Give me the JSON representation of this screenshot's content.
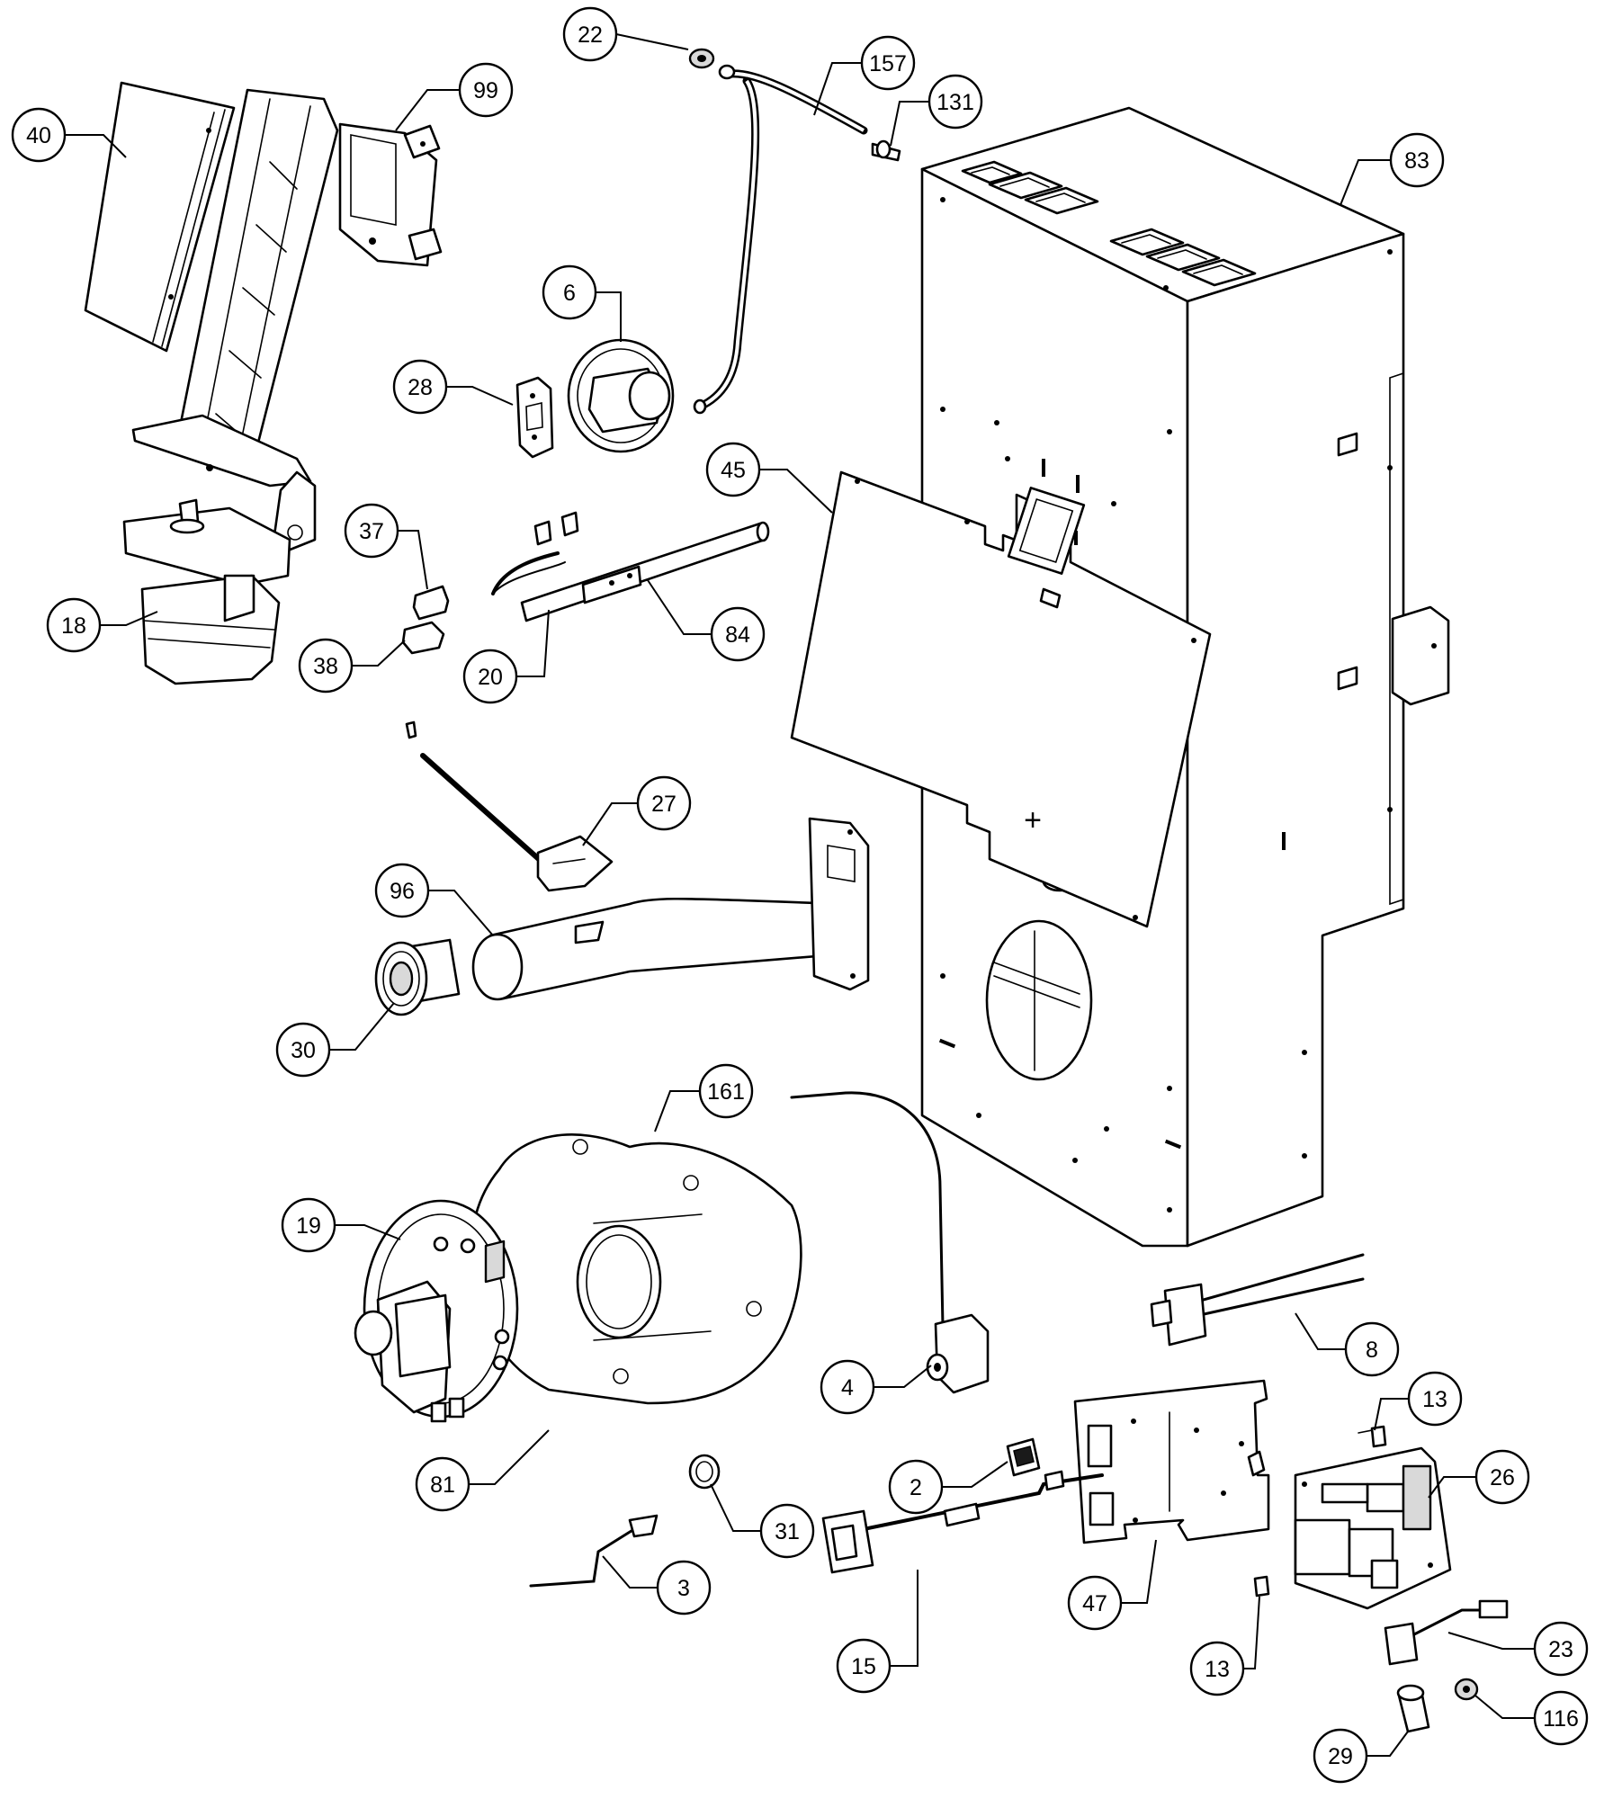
{
  "callouts": [
    {
      "id": "c22",
      "label": "22"
    },
    {
      "id": "c157",
      "label": "157"
    },
    {
      "id": "c131",
      "label": "131"
    },
    {
      "id": "c99",
      "label": "99"
    },
    {
      "id": "c40",
      "label": "40"
    },
    {
      "id": "c83",
      "label": "83"
    },
    {
      "id": "c6",
      "label": "6"
    },
    {
      "id": "c28",
      "label": "28"
    },
    {
      "id": "c45",
      "label": "45"
    },
    {
      "id": "c37",
      "label": "37"
    },
    {
      "id": "c18",
      "label": "18"
    },
    {
      "id": "c38",
      "label": "38"
    },
    {
      "id": "c20",
      "label": "20"
    },
    {
      "id": "c84",
      "label": "84"
    },
    {
      "id": "c27",
      "label": "27"
    },
    {
      "id": "c96",
      "label": "96"
    },
    {
      "id": "c30",
      "label": "30"
    },
    {
      "id": "c161",
      "label": "161"
    },
    {
      "id": "c19",
      "label": "19"
    },
    {
      "id": "c8",
      "label": "8"
    },
    {
      "id": "c4",
      "label": "4"
    },
    {
      "id": "c13a",
      "label": "13"
    },
    {
      "id": "c26",
      "label": "26"
    },
    {
      "id": "c2",
      "label": "2"
    },
    {
      "id": "c81",
      "label": "81"
    },
    {
      "id": "c31",
      "label": "31"
    },
    {
      "id": "c47",
      "label": "47"
    },
    {
      "id": "c3",
      "label": "3"
    },
    {
      "id": "c15",
      "label": "15"
    },
    {
      "id": "c13b",
      "label": "13"
    },
    {
      "id": "c23",
      "label": "23"
    },
    {
      "id": "c116",
      "label": "116"
    },
    {
      "id": "c29",
      "label": "29"
    }
  ],
  "diagram_marks": {
    "panel_plus_sign": "+"
  }
}
